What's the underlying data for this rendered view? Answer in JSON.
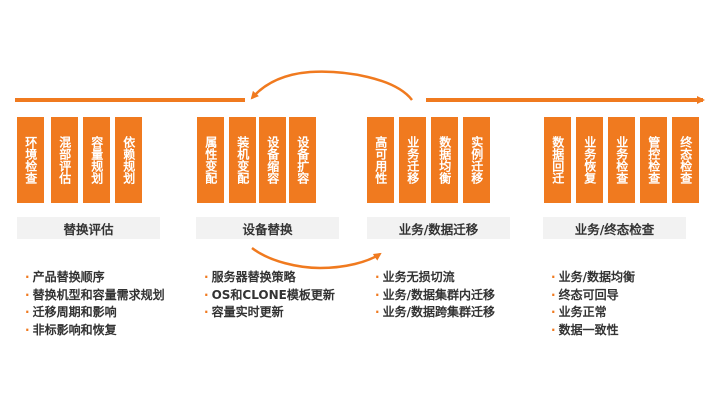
{
  "colors": {
    "accent": "#f07a1f",
    "label_bg": "#f2f2f2",
    "text": "#333333"
  },
  "stages": [
    {
      "label": "替换评估",
      "cards": [
        "环境检查",
        "混部评估",
        "容量规划",
        "依赖规划"
      ],
      "notes": [
        "产品替换顺序",
        "替换机型和容量需求规划",
        "迁移周期和影响",
        "非标影响和恢复"
      ]
    },
    {
      "label": "设备替换",
      "cards": [
        "属性变配",
        "装机变配",
        "设备缩容",
        "设备扩容"
      ],
      "notes": [
        "服务器替换策略",
        "OS和CLONE模板更新",
        "容量实时更新"
      ]
    },
    {
      "label": "业务/数据迁移",
      "cards": [
        "高可用性",
        "业务迁移",
        "数据均衡",
        "实例迁移"
      ],
      "notes": [
        "业务无损切流",
        "业务/数据集群内迁移",
        "业务/数据跨集群迁移"
      ]
    },
    {
      "label": "业务/终态检查",
      "cards": [
        "数据回迁",
        "业务恢复",
        "业务检查",
        "管控检查",
        "终态检查"
      ],
      "notes": [
        "业务/数据均衡",
        "终态可回导",
        "业务正常",
        "数据一致性"
      ]
    }
  ]
}
